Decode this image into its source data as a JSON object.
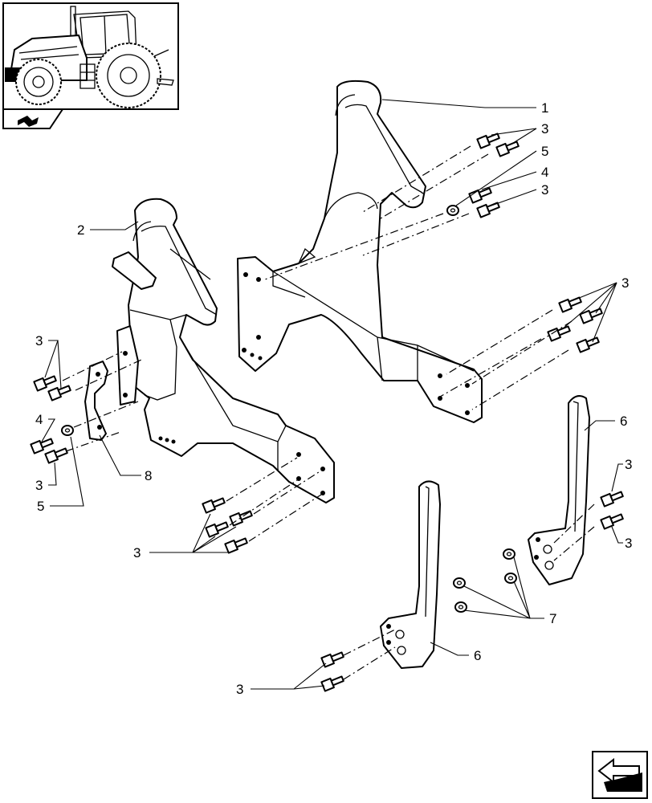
{
  "diagram": {
    "callouts": [
      {
        "id": "c1a",
        "text": "1"
      },
      {
        "id": "c3a",
        "text": "3"
      },
      {
        "id": "c5a",
        "text": "5"
      },
      {
        "id": "c4a",
        "text": "4"
      },
      {
        "id": "c3b",
        "text": "3"
      },
      {
        "id": "c2a",
        "text": "2"
      },
      {
        "id": "c3c",
        "text": "3"
      },
      {
        "id": "c3d",
        "text": "3"
      },
      {
        "id": "c4b",
        "text": "4"
      },
      {
        "id": "c3e",
        "text": "3"
      },
      {
        "id": "c5b",
        "text": "5"
      },
      {
        "id": "c8a",
        "text": "8"
      },
      {
        "id": "c6a",
        "text": "6"
      },
      {
        "id": "c3f",
        "text": "3"
      },
      {
        "id": "c3g",
        "text": "3"
      },
      {
        "id": "c3h",
        "text": "3"
      },
      {
        "id": "c7a",
        "text": "7"
      },
      {
        "id": "c6b",
        "text": "6"
      },
      {
        "id": "c3i",
        "text": "3"
      }
    ]
  },
  "icons": {
    "thumbnail": "tractor-thumbnail-icon",
    "section_mark": "section-arrow-icon",
    "nav": "next-page-arrow-icon"
  }
}
